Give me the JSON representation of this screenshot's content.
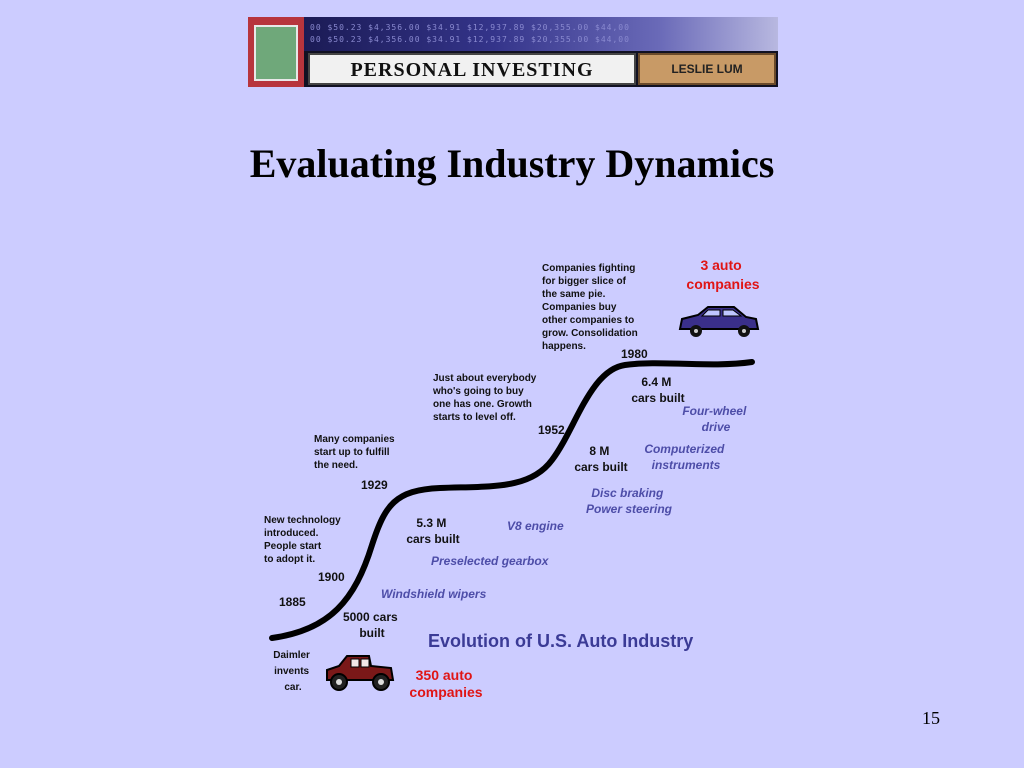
{
  "banner": {
    "ticker_line_1": "00  $50.23  $4,356.00  $34.91  $12,937.89  $20,355.00  $44,00",
    "ticker_line_2": "00  $50.23  $4,356.00  $34.91  $12,937.89  $20,355.00  $44,00",
    "title": "PERSONAL INVESTING",
    "author": "LESLIE LUM"
  },
  "slide": {
    "title": "Evaluating Industry Dynamics",
    "page_number": "15"
  },
  "diagram": {
    "heading": "Evolution of U.S. Auto Industry",
    "colors": {
      "curve": "#000000",
      "feature": "#4d4da8",
      "companies": "#e01515",
      "heading": "#3b3b96"
    },
    "years": {
      "y1885": "1885",
      "y1900": "1900",
      "y1929": "1929",
      "y1952": "1952",
      "y1980": "1980"
    },
    "notes": {
      "daimler": [
        "Daimler",
        "invents",
        "car."
      ],
      "new_tech": [
        "New technology",
        "introduced.",
        "People start",
        "to adopt it."
      ],
      "many_companies": [
        "Many companies",
        "start up to fulfill",
        "the need."
      ],
      "everybody": [
        "Just about everybody",
        "who's going to buy",
        "one has one.  Growth",
        "starts to level off."
      ],
      "fighting": [
        "Companies fighting",
        "for bigger slice of",
        "the same pie.",
        "Companies buy",
        "other companies to",
        "grow.  Consolidation",
        "happens."
      ]
    },
    "stats": {
      "cars_5000": [
        "5000 cars",
        "built"
      ],
      "cars_5_3m": [
        "5.3 M",
        "cars built"
      ],
      "cars_8m": [
        "8 M",
        "cars built"
      ],
      "cars_6_4m": [
        "6.4 M",
        "cars built"
      ]
    },
    "features": {
      "windshield": "Windshield wipers",
      "gearbox": "Preselected gearbox",
      "v8": "V8 engine",
      "disc": [
        "Disc braking",
        "Power steering"
      ],
      "computerized": [
        "Computerized",
        "instruments"
      ],
      "four_wheel": [
        "Four-wheel",
        "drive"
      ]
    },
    "companies": {
      "c350": [
        "350 auto",
        "companies"
      ],
      "c3": [
        "3 auto",
        "companies"
      ]
    },
    "icons": {
      "old_car": "vintage-car-icon",
      "new_car": "modern-car-icon"
    }
  }
}
